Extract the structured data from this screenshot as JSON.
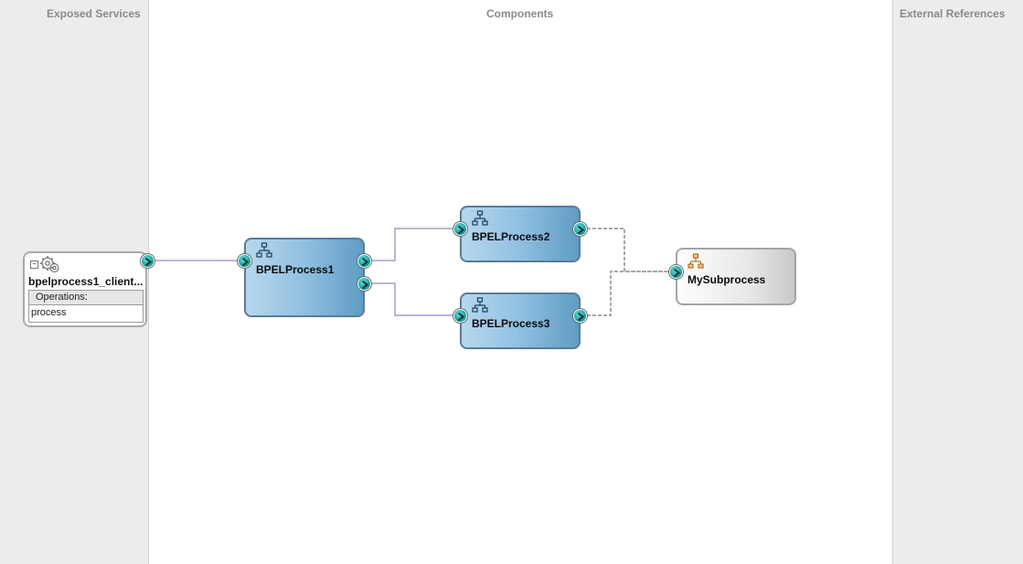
{
  "lanes": {
    "exposed_services": "Exposed Services",
    "components": "Components",
    "external_references": "External References"
  },
  "service": {
    "name": "bpelprocess1_client...",
    "operations_header": "Operations:",
    "operations": [
      "process"
    ],
    "icon": "gears-icon"
  },
  "components": [
    {
      "name": "BPELProcess1",
      "icon": "bpel-process-icon"
    },
    {
      "name": "BPELProcess2",
      "icon": "bpel-process-icon"
    },
    {
      "name": "BPELProcess3",
      "icon": "bpel-process-icon"
    }
  ],
  "subprocess": {
    "name": "MySubprocess",
    "icon": "subprocess-icon"
  },
  "colors": {
    "lane_bg": "#ececec",
    "component_fill": "#8fc0e0",
    "component_border": "#567d9c",
    "wire": "#b9b4e8",
    "reference_wire": "#a8a8a8",
    "port": "#15a8a6"
  }
}
